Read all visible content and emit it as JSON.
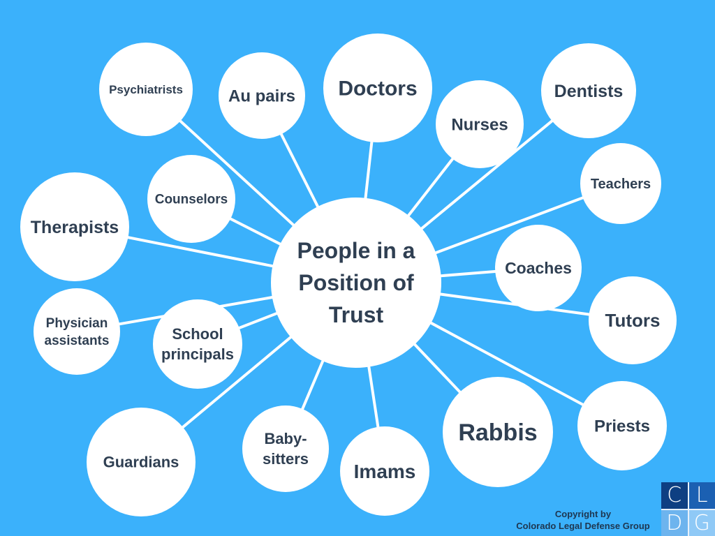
{
  "center": {
    "lines": [
      "People in a",
      "Position of",
      "Trust"
    ]
  },
  "nodes": [
    {
      "lines": [
        "Psychiatrists"
      ]
    },
    {
      "lines": [
        "Au pairs"
      ]
    },
    {
      "lines": [
        "Doctors"
      ]
    },
    {
      "lines": [
        "Nurses"
      ]
    },
    {
      "lines": [
        "Dentists"
      ]
    },
    {
      "lines": [
        "Teachers"
      ]
    },
    {
      "lines": [
        "Counselors"
      ]
    },
    {
      "lines": [
        "Therapists"
      ]
    },
    {
      "lines": [
        "Coaches"
      ]
    },
    {
      "lines": [
        "Tutors"
      ]
    },
    {
      "lines": [
        "Physician",
        "assistants"
      ]
    },
    {
      "lines": [
        "School",
        "principals"
      ]
    },
    {
      "lines": [
        "Guardians"
      ]
    },
    {
      "lines": [
        "Baby-",
        "sitters"
      ]
    },
    {
      "lines": [
        "Imams"
      ]
    },
    {
      "lines": [
        "Rabbis"
      ]
    },
    {
      "lines": [
        "Priests"
      ]
    }
  ],
  "footer": {
    "copyright_line1": "Copyright by",
    "copyright_line2": "Colorado Legal Defense Group"
  },
  "logo": {
    "letters": [
      "C",
      "L",
      "D",
      "G"
    ],
    "colors": [
      "#0e3f82",
      "#1b60b2",
      "#6db4ee",
      "#8fc9f6"
    ]
  },
  "colors": {
    "background": "#3bb1fb",
    "node": "#ffffff",
    "text": "#2f3f52"
  }
}
